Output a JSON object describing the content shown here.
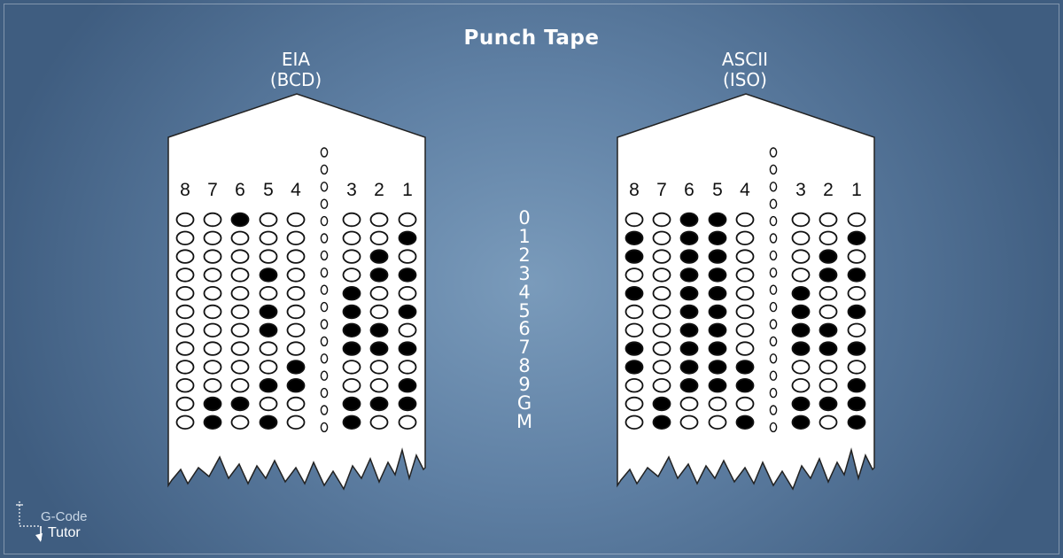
{
  "title": "Punch Tape",
  "tapes": [
    {
      "name_line1": "EIA",
      "name_line2": "(BCD)",
      "channels": [
        "8",
        "7",
        "6",
        "5",
        "4",
        "3",
        "2",
        "1"
      ],
      "rows": [
        {
          "char": "0",
          "punched": [
            0,
            0,
            1,
            0,
            0,
            0,
            0,
            0
          ]
        },
        {
          "char": "1",
          "punched": [
            0,
            0,
            0,
            0,
            0,
            0,
            0,
            1
          ]
        },
        {
          "char": "2",
          "punched": [
            0,
            0,
            0,
            0,
            0,
            0,
            1,
            0
          ]
        },
        {
          "char": "3",
          "punched": [
            0,
            0,
            0,
            1,
            0,
            0,
            1,
            1
          ]
        },
        {
          "char": "4",
          "punched": [
            0,
            0,
            0,
            0,
            0,
            1,
            0,
            0
          ]
        },
        {
          "char": "5",
          "punched": [
            0,
            0,
            0,
            1,
            0,
            1,
            0,
            1
          ]
        },
        {
          "char": "6",
          "punched": [
            0,
            0,
            0,
            1,
            0,
            1,
            1,
            0
          ]
        },
        {
          "char": "7",
          "punched": [
            0,
            0,
            0,
            0,
            0,
            1,
            1,
            1
          ]
        },
        {
          "char": "8",
          "punched": [
            0,
            0,
            0,
            0,
            1,
            0,
            0,
            0
          ]
        },
        {
          "char": "9",
          "punched": [
            0,
            0,
            0,
            1,
            1,
            0,
            0,
            1
          ]
        },
        {
          "char": "G",
          "punched": [
            0,
            1,
            1,
            0,
            0,
            1,
            1,
            1
          ]
        },
        {
          "char": "M",
          "punched": [
            0,
            1,
            0,
            1,
            0,
            1,
            0,
            0
          ]
        }
      ]
    },
    {
      "name_line1": "ASCII",
      "name_line2": "(ISO)",
      "channels": [
        "8",
        "7",
        "6",
        "5",
        "4",
        "3",
        "2",
        "1"
      ],
      "rows": [
        {
          "char": "0",
          "punched": [
            0,
            0,
            1,
            1,
            0,
            0,
            0,
            0
          ]
        },
        {
          "char": "1",
          "punched": [
            1,
            0,
            1,
            1,
            0,
            0,
            0,
            1
          ]
        },
        {
          "char": "2",
          "punched": [
            1,
            0,
            1,
            1,
            0,
            0,
            1,
            0
          ]
        },
        {
          "char": "3",
          "punched": [
            0,
            0,
            1,
            1,
            0,
            0,
            1,
            1
          ]
        },
        {
          "char": "4",
          "punched": [
            1,
            0,
            1,
            1,
            0,
            1,
            0,
            0
          ]
        },
        {
          "char": "5",
          "punched": [
            0,
            0,
            1,
            1,
            0,
            1,
            0,
            1
          ]
        },
        {
          "char": "6",
          "punched": [
            0,
            0,
            1,
            1,
            0,
            1,
            1,
            0
          ]
        },
        {
          "char": "7",
          "punched": [
            1,
            0,
            1,
            1,
            0,
            1,
            1,
            1
          ]
        },
        {
          "char": "8",
          "punched": [
            1,
            0,
            1,
            1,
            1,
            0,
            0,
            0
          ]
        },
        {
          "char": "9",
          "punched": [
            0,
            0,
            1,
            1,
            1,
            0,
            0,
            1
          ]
        },
        {
          "char": "G",
          "punched": [
            0,
            1,
            0,
            0,
            0,
            1,
            1,
            1
          ]
        },
        {
          "char": "M",
          "punched": [
            0,
            1,
            0,
            0,
            1,
            1,
            0,
            1
          ]
        }
      ]
    }
  ],
  "row_labels": [
    "0",
    "1",
    "2",
    "3",
    "4",
    "5",
    "6",
    "7",
    "8",
    "9",
    "G",
    "M"
  ],
  "logo": {
    "line1": "G-Code",
    "line2": "Tutor"
  },
  "colors": {
    "paper": "#ffffff",
    "hole": "#000000",
    "background": "#5f80a4"
  }
}
